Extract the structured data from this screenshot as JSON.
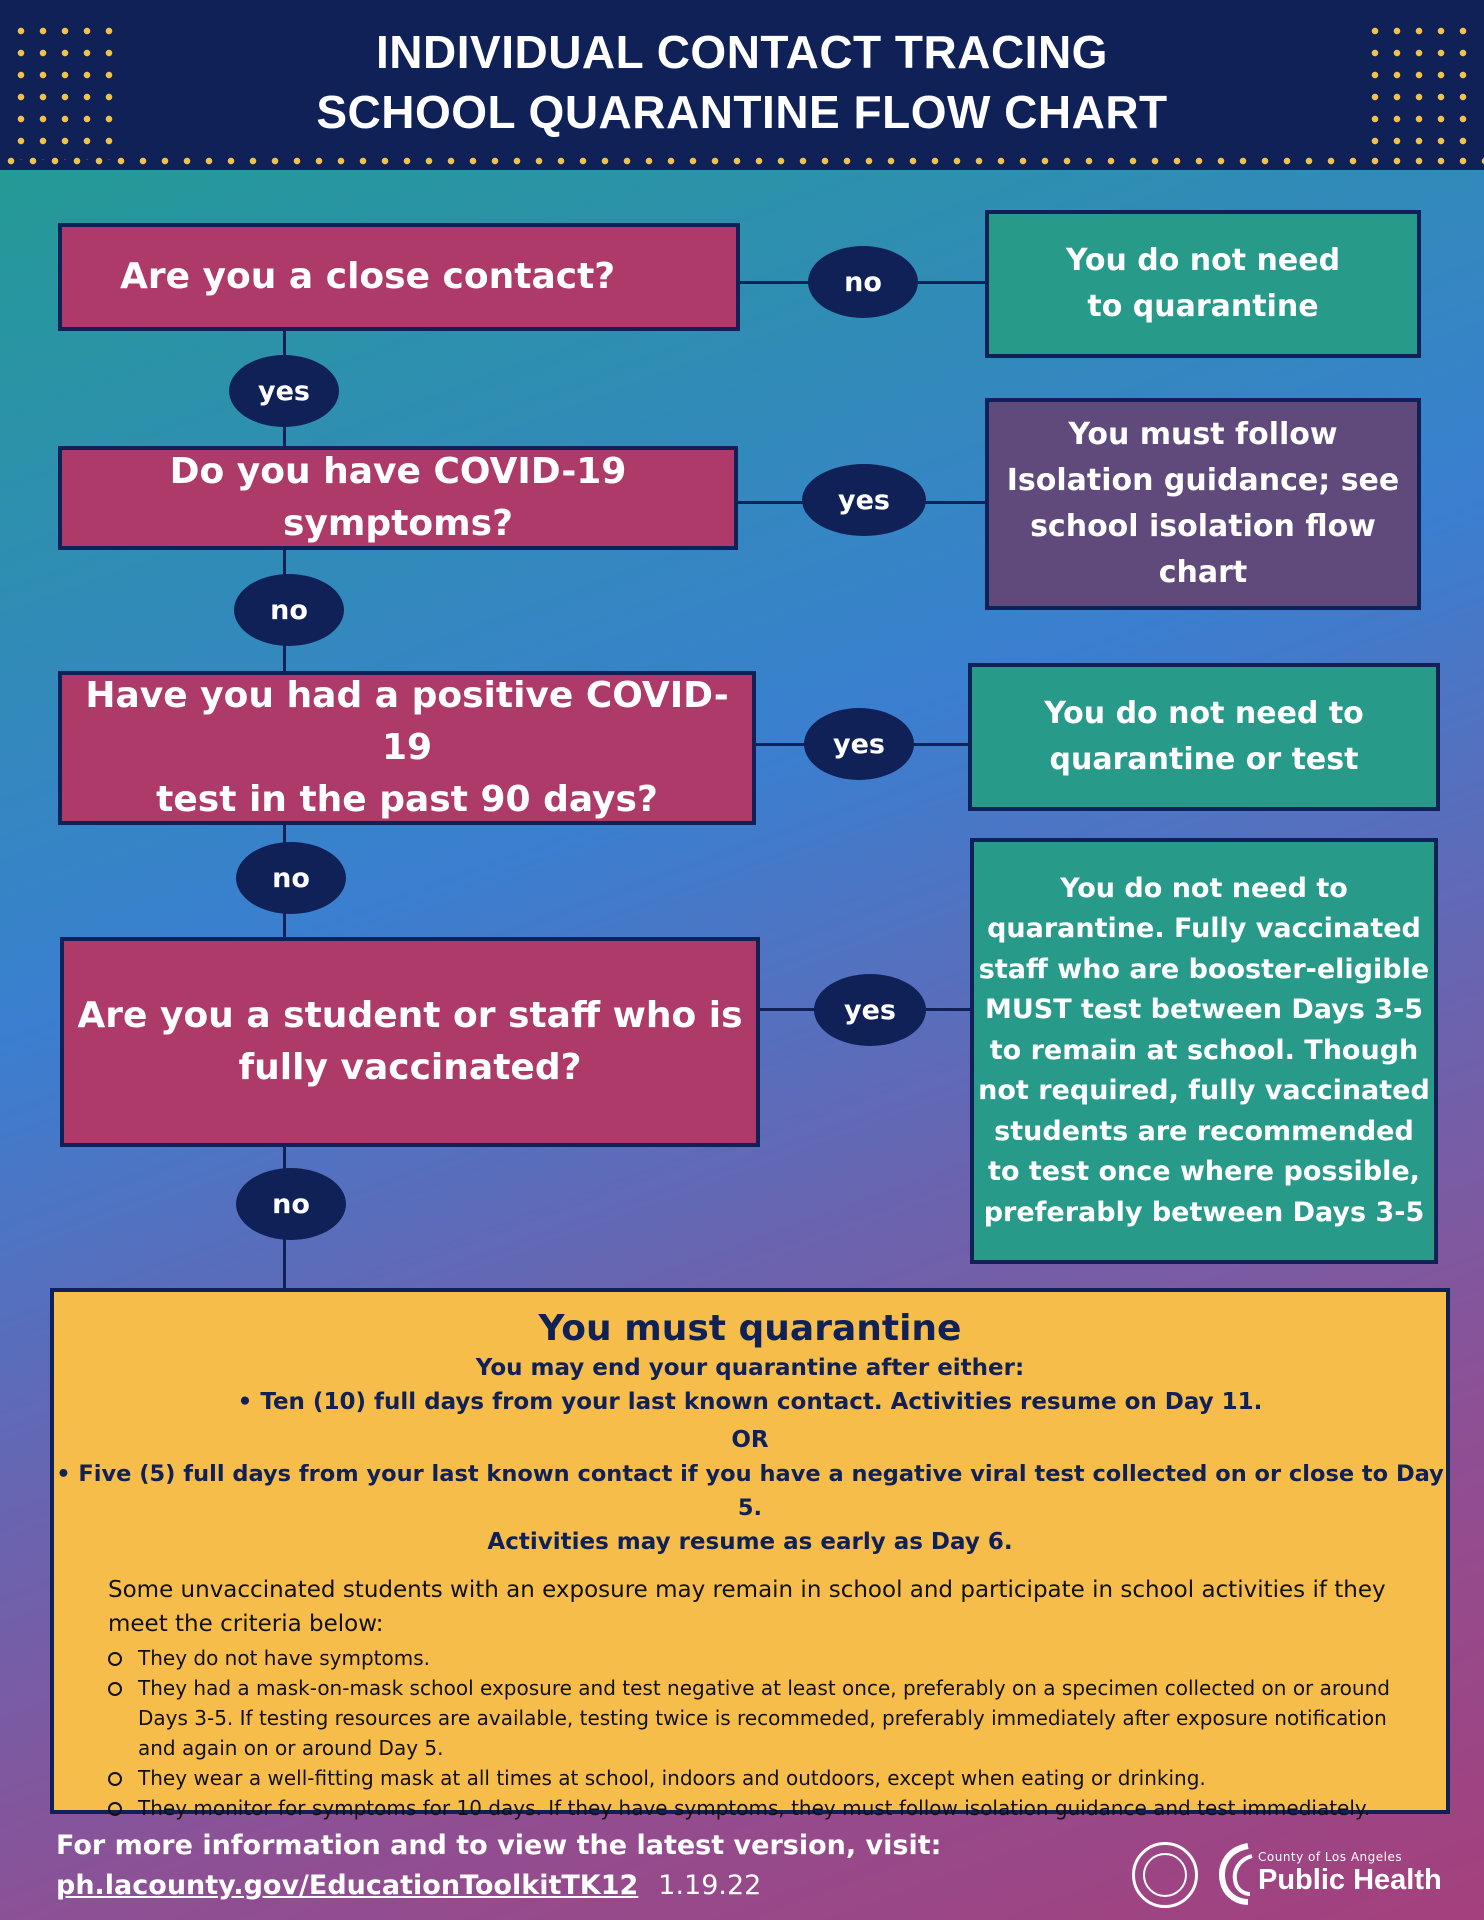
{
  "header": {
    "line1": "INDIVIDUAL CONTACT TRACING",
    "line2": "SCHOOL QUARANTINE  FLOW CHART"
  },
  "flow": {
    "q1": "Are you a close contact?",
    "q1_no_label": "no",
    "r1": [
      "You do not need",
      "to quarantine"
    ],
    "q1_yes_label": "yes",
    "q2": "Do you have COVID-19 symptoms?",
    "q2_yes_label": "yes",
    "r2": [
      "You must follow",
      "Isolation guidance; see",
      "school isolation flow",
      "chart"
    ],
    "q2_no_label": "no",
    "q3": [
      "Have you had a positive COVID-19",
      "test in the past 90 days?"
    ],
    "q3_yes_label": "yes",
    "r3": [
      "You do not need to",
      "quarantine or test"
    ],
    "q3_no_label": "no",
    "q4": [
      "Are you a student or staff who is",
      "fully vaccinated?"
    ],
    "q4_yes_label": "yes",
    "r4": [
      "You do not need to",
      "quarantine. Fully vaccinated",
      "staff who are booster-eligible",
      "MUST test between Days 3-5",
      "to remain at school. Though",
      "not required, fully vaccinated",
      "students are recommended",
      "to test once where possible,",
      "preferably between Days 3-5"
    ],
    "q4_no_label": "no"
  },
  "quarantine": {
    "title": "You must quarantine",
    "subtitle": "You may end your quarantine after either:",
    "option1": "Ten (10) full days from your last known contact. Activities resume on Day 11.",
    "or": "OR",
    "option2_line1": "Five (5) full days from your last known contact if you have a negative viral test collected on or close to Day 5.",
    "option2_line2": "Activities may resume as early as Day 6.",
    "note": "Some unvaccinated students with an exposure may remain in school and participate in school activities if they meet the criteria below:",
    "criteria": [
      "They do not have symptoms.",
      "They had a mask-on-mask school exposure and test negative at least once, preferably on a specimen collected on or around Days 3-5. If testing resources are available, testing twice is recommeded, preferably immediately after exposure notification and again on or around Day 5.",
      "They wear a well-fitting mask at all times at school, indoors and outdoors, except when eating or drinking.",
      "They  monitor for symptoms for 10 days. If they have symptoms, they must follow isolation guidance and test immediately."
    ]
  },
  "footer": {
    "info": "For more information and to view the latest version, visit:",
    "link": "ph.lacounty.gov/EducationToolkitTK12",
    "version": "1.19.22",
    "logo_small": "County of Los Angeles",
    "logo_big": "Public Health"
  },
  "colors": {
    "navy": "#102157",
    "question": "#ad3a69",
    "green_result": "#279a8a",
    "purple_result": "#604a7c",
    "quarantine": "#f7bd4a",
    "dots": "#f0c24a"
  }
}
